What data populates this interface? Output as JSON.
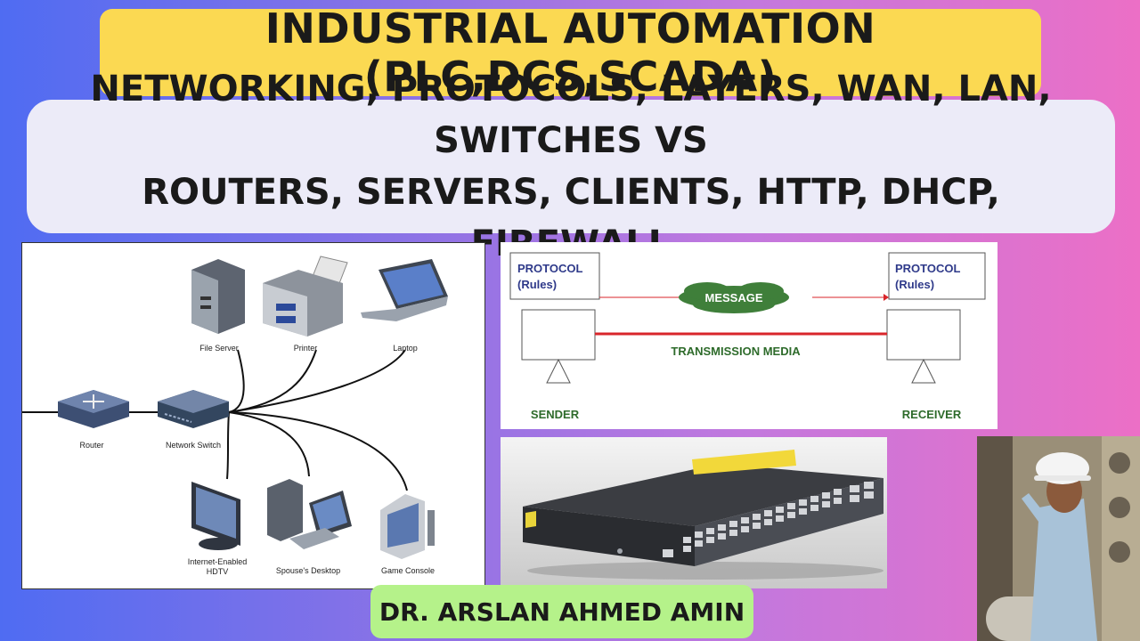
{
  "header": {
    "title": "INDUSTRIAL AUTOMATION (PLC,DCS,SCADA)",
    "subtitle_line1": "NETWORKING, PROTOCOLS, LAYERS, WAN, LAN, SWITCHES VS",
    "subtitle_line2": "ROUTERS, SERVERS, CLIENTS, HTTP, DHCP, FIREWALL"
  },
  "author": "DR. ARSLAN AHMED AMIN",
  "network_diagram": {
    "file_server": "File Server",
    "printer": "Printer",
    "laptop": "Laptop",
    "router": "Router",
    "network_switch": "Network Switch",
    "hdtv_line1": "Internet-Enabled",
    "hdtv_line2": "HDTV",
    "desktop": "Spouse's Desktop",
    "game_console": "Game Console"
  },
  "protocol_diagram": {
    "protocol_left_line1": "PROTOCOL",
    "protocol_left_line2": "(Rules)",
    "protocol_right_line1": "PROTOCOL",
    "protocol_right_line2": "(Rules)",
    "message": "MESSAGE",
    "transmission_media": "TRANSMISSION MEDIA",
    "sender": "SENDER",
    "receiver": "RECEIVER"
  },
  "colors": {
    "title_bg": "#fbd952",
    "subtitle_bg": "#ecebf8",
    "author_bg": "#b5f28a",
    "media_line": "#d9262b",
    "cloud": "#3f7f3a"
  }
}
